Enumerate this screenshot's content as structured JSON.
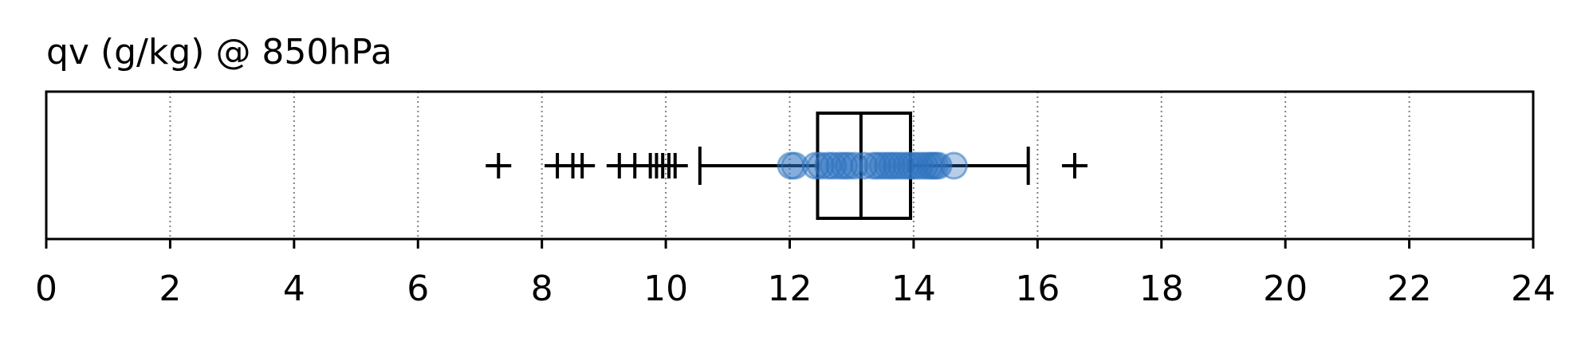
{
  "chart_data": {
    "type": "boxplot",
    "title": "qv (g/kg) @ 850hPa",
    "xlabel": "",
    "ylabel": "",
    "xlim": [
      0,
      24
    ],
    "xticks": [
      0,
      2,
      4,
      6,
      8,
      10,
      12,
      14,
      16,
      18,
      20,
      22,
      24
    ],
    "xtick_labels": [
      "0",
      "2",
      "4",
      "6",
      "8",
      "10",
      "12",
      "14",
      "16",
      "18",
      "20",
      "22",
      "24"
    ],
    "grid": "vertical dotted",
    "orientation": "horizontal",
    "box": {
      "whisker_low": 10.55,
      "q1": 12.45,
      "median": 13.15,
      "q3": 13.95,
      "whisker_high": 15.85
    },
    "outliers": [
      7.3,
      8.25,
      8.5,
      8.65,
      9.25,
      9.5,
      9.75,
      9.85,
      9.95,
      10.05,
      10.15,
      16.6
    ],
    "points": [
      12.02,
      12.08,
      12.42,
      12.5,
      12.62,
      12.7,
      12.8,
      12.88,
      12.95,
      13.05,
      13.2,
      13.35,
      13.42,
      13.5,
      13.58,
      13.65,
      13.72,
      13.8,
      13.88,
      13.95,
      14.02,
      14.1,
      14.18,
      14.25,
      14.3,
      14.35,
      14.4,
      14.65
    ],
    "colors": {
      "points": "#2f74c0",
      "box": "#000000",
      "grid": "#808080"
    }
  }
}
